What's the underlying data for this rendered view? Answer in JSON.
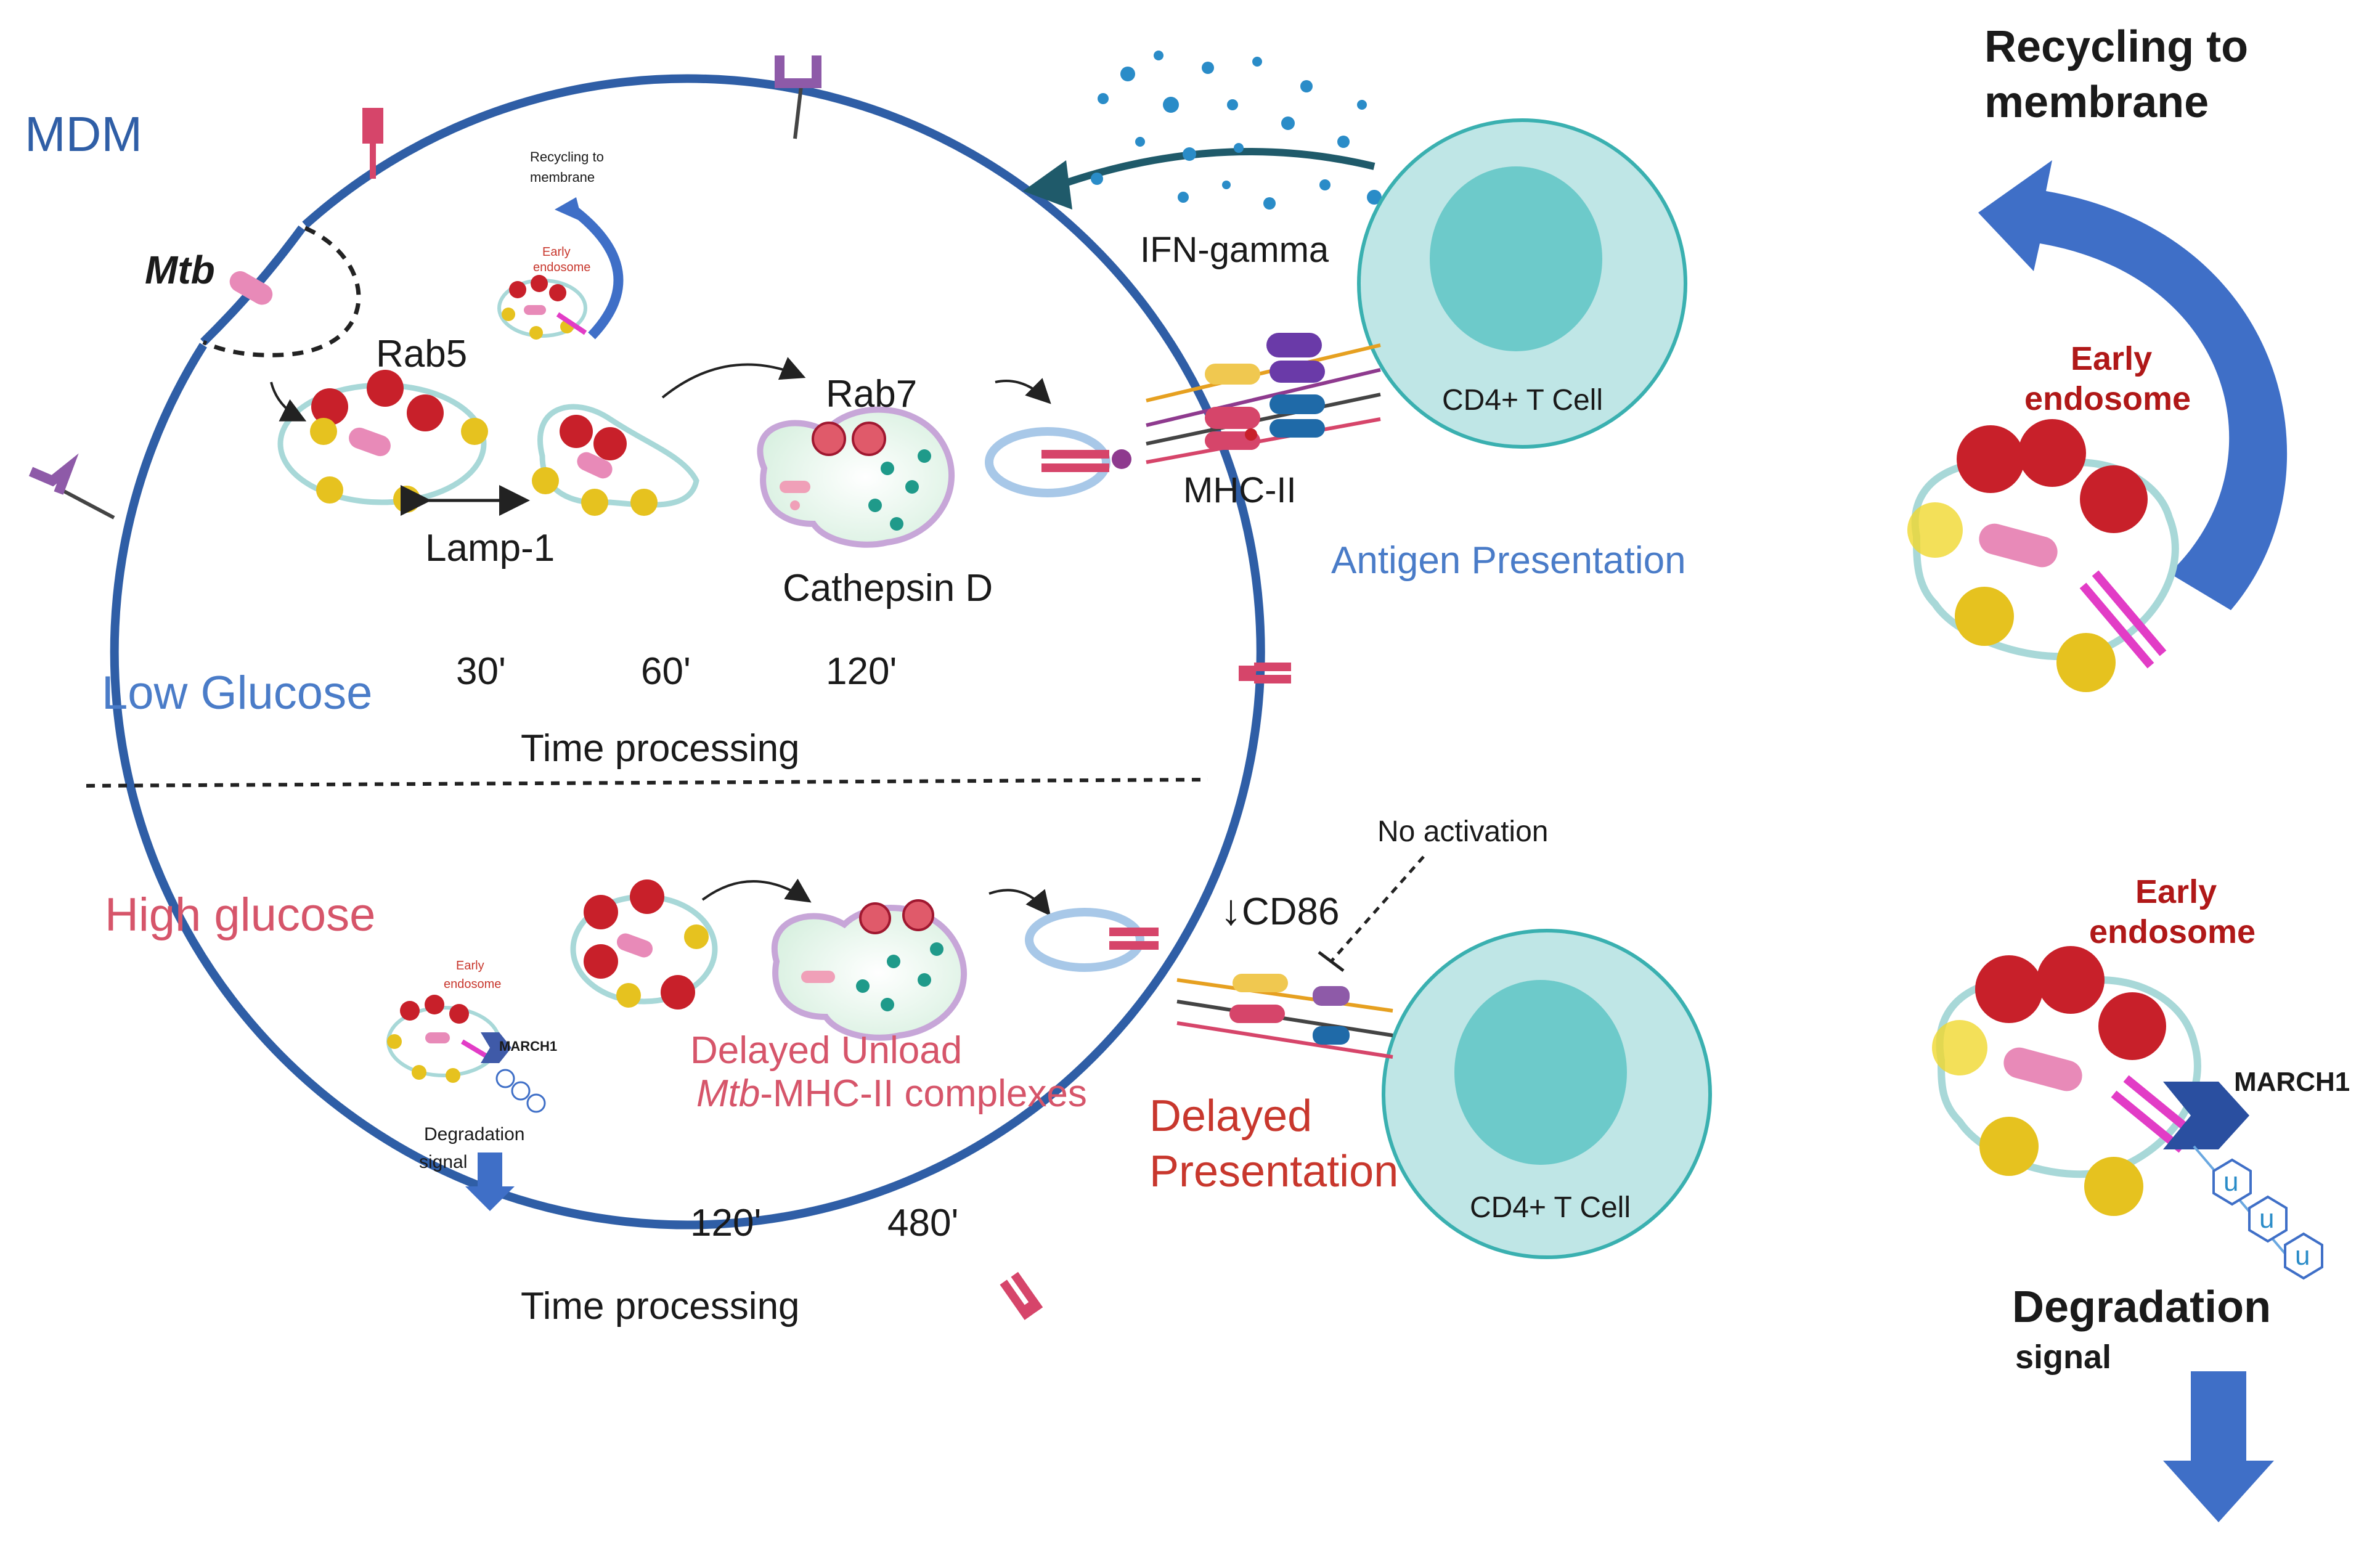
{
  "labels": {
    "mdm": "MDM",
    "mtb": "Mtb",
    "rab5": "Rab5",
    "lamp1": "Lamp-1",
    "rab7": "Rab7",
    "cathepsin": "Cathepsin D",
    "recycling_small": [
      "Recycling to",
      "membrane"
    ],
    "early_small": [
      "Early",
      "endosome"
    ],
    "ifn": "IFN-gamma",
    "cd4_top": "CD4+ T Cell",
    "mhc2": "MHC-II",
    "antigen": "Antigen Presentation",
    "low_glucose": "Low Glucose",
    "times_top": [
      "30'",
      "60'",
      "120'"
    ],
    "time_processing_top": "Time processing",
    "high_glucose": "High glucose",
    "early_small2": [
      "Early",
      "endosome"
    ],
    "march_small": "MARCH1",
    "degradation_small": [
      "Degradation",
      "signal"
    ],
    "delayed_unload": "Delayed Unload",
    "mtb_italic": "Mtb",
    "mhc_complexes": "-MHC-II complexes",
    "cd86": "CD86",
    "no_activation": "No activation",
    "delayed_presentation": [
      "Delayed",
      "Presentation"
    ],
    "cd4_bottom": "CD4+ T Cell",
    "times_bottom": [
      "120'",
      "480'"
    ],
    "time_processing_bottom": "Time processing",
    "recycling_big": [
      "Recycling to",
      "membrane"
    ],
    "early_big": [
      "Early",
      "endosome"
    ],
    "early_big2": [
      "Early",
      "endosome"
    ],
    "march_big": "MARCH1",
    "degradation_big": "Degradation",
    "signal_big": "signal",
    "ubiquitin": "u"
  },
  "colors": {
    "membrane": "#2f5ea6",
    "title_blue": "#2f5ea6",
    "antigen_blue": "#4a7cc8",
    "low_glucose": "#4a7cc8",
    "high_glucose": "#d6556a",
    "delayed_red": "#c8372d",
    "early_red": "#b01818",
    "rab": "#c8202a",
    "lamp": "#e6c21f",
    "tcell": "#bfe6e6",
    "tcell_nucleus": "#6dcaca",
    "arrow_blue": "#3f6fc7",
    "ifn_dot": "#2a8cc8",
    "mtb_pink": "#e88ab8",
    "magenta": "#e23cc6"
  }
}
